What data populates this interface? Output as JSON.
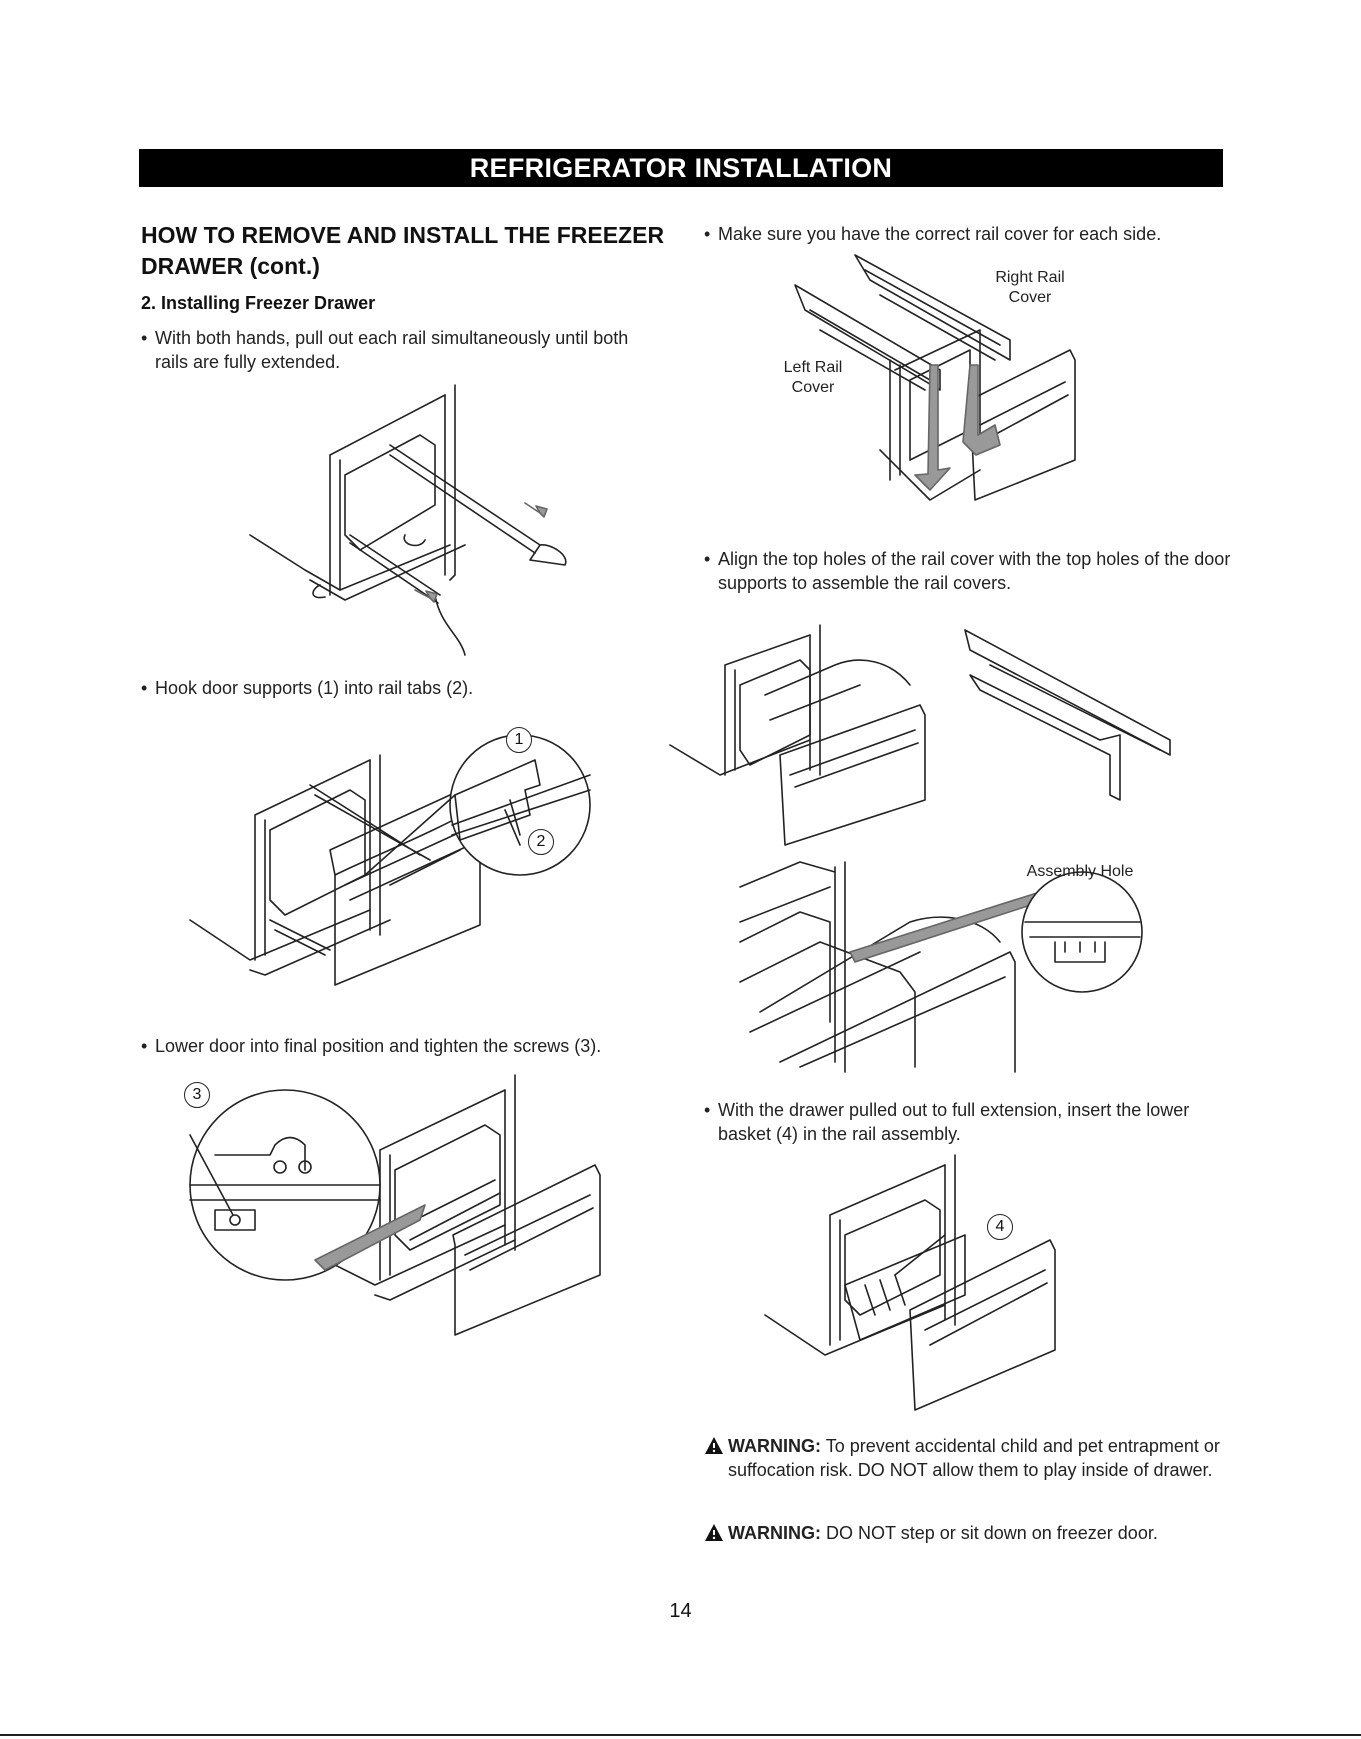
{
  "banner": "REFRIGERATOR INSTALLATION",
  "section_title": "HOW TO REMOVE AND INSTALL THE FREEZER DRAWER (cont.)",
  "subsection_title": "2. Installing Freezer Drawer",
  "left_steps": [
    "With both hands, pull out each rail simultaneously until both rails are fully extended.",
    "Hook door supports (1) into rail tabs (2).",
    "Lower door into final position and tighten the screws (3)."
  ],
  "right_steps": [
    "Make sure you have the correct rail cover for each side.",
    "Align the top holes of the rail cover with the top holes of the door supports to assemble the rail covers.",
    "With the drawer pulled out to full extension, insert the lower basket (4) in the rail assembly."
  ],
  "labels": {
    "right_rail_cover": "Right Rail Cover",
    "left_rail_cover": "Left Rail Cover",
    "assembly_hole": "Assembly Hole",
    "callout_1": "1",
    "callout_2": "2",
    "callout_3": "3",
    "callout_4": "4"
  },
  "warnings": [
    {
      "label": "WARNING:",
      "text": "To prevent accidental child and pet entrapment or suffocation risk. DO NOT allow them to play inside of drawer."
    },
    {
      "label": "WARNING:",
      "text": "DO NOT step or sit down on freezer door."
    }
  ],
  "page_number": "14"
}
